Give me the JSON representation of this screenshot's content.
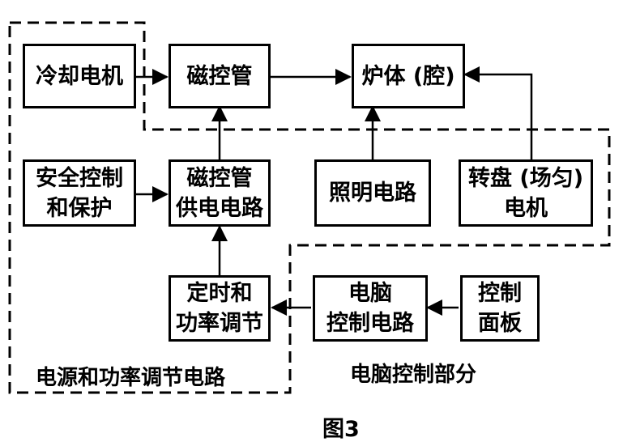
{
  "blocks": {
    "cooling_motor": "冷却电机",
    "magnetron": "磁控管",
    "oven_cavity": "炉体 (腔)",
    "safety": {
      "line1": "安全控制",
      "line2": "和保护"
    },
    "magnetron_supply": {
      "line1": "磁控管",
      "line2": "供电电路"
    },
    "lighting": "照明电路",
    "turntable_motor": {
      "line1": "转盘 (场匀)",
      "line2": "电机"
    },
    "timer_power": {
      "line1": "定时和",
      "line2": "功率调节"
    },
    "computer_control": {
      "line1": "电脑",
      "line2": "控制电路"
    },
    "control_panel": {
      "line1": "控制",
      "line2": "面板"
    }
  },
  "regions": {
    "power_region": "电源和功率调节电路",
    "computer_region": "电脑控制部分"
  },
  "figure_label": "图3"
}
